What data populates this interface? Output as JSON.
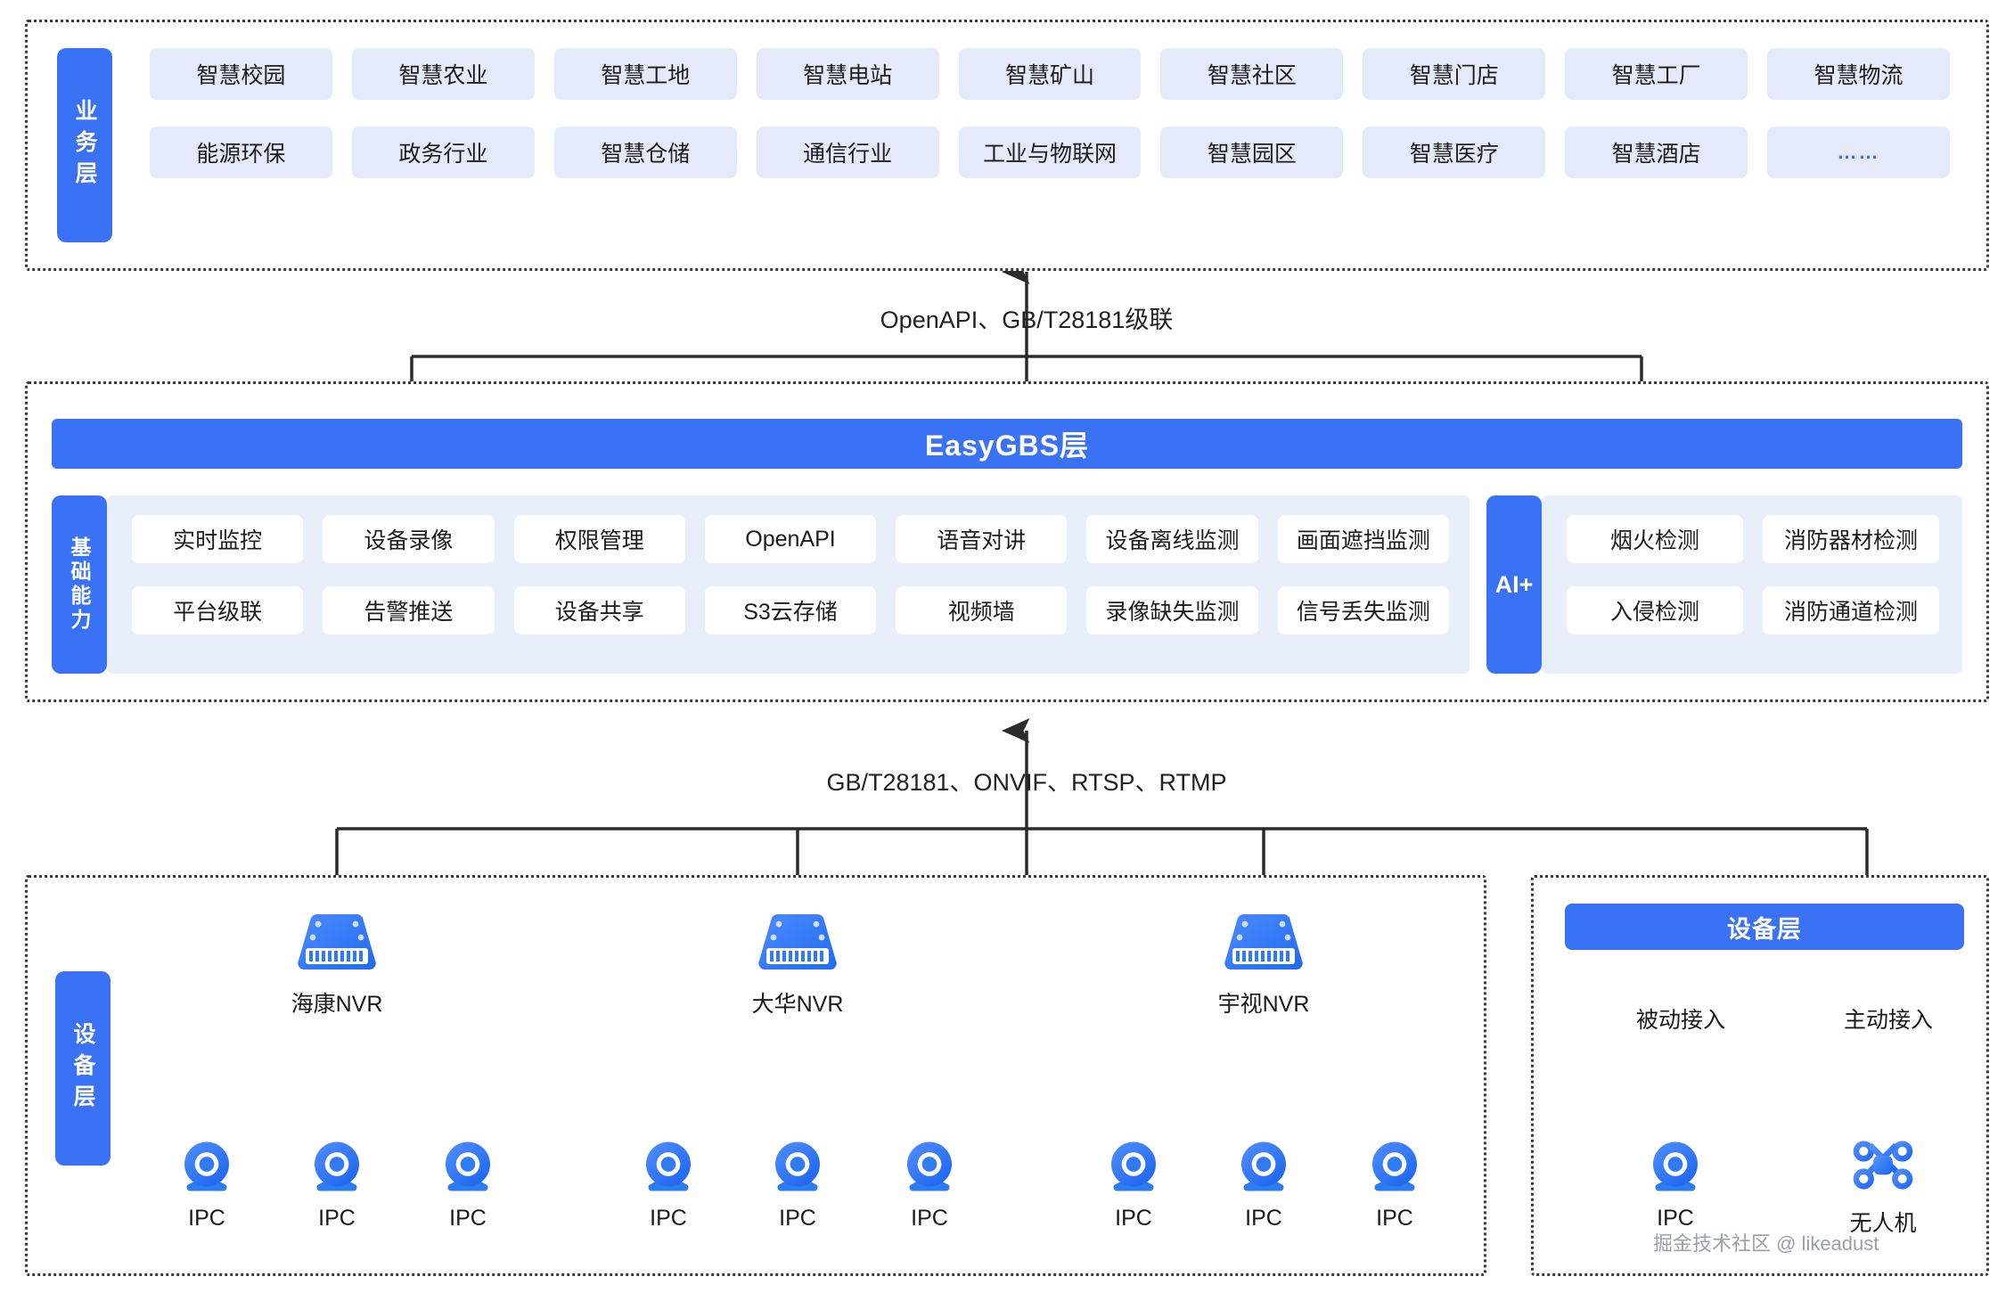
{
  "business_layer": {
    "tab_label": "业务层",
    "row1": [
      "智慧校园",
      "智慧农业",
      "智慧工地",
      "智慧电站",
      "智慧矿山",
      "智慧社区",
      "智慧门店",
      "智慧工厂",
      "智慧物流"
    ],
    "row2": [
      "能源环保",
      "政务行业",
      "智慧仓储",
      "通信行业",
      "工业与物联网",
      "智慧园区",
      "智慧医疗",
      "智慧酒店",
      "……"
    ]
  },
  "connector_top": {
    "label": "OpenAPI、GB/T28181级联"
  },
  "platform_layer": {
    "bar_label": "EasyGBS层",
    "capability_tab": "基础能力",
    "capabilities_row1": [
      "实时监控",
      "设备录像",
      "权限管理",
      "OpenAPI",
      "语音对讲",
      "设备离线监测",
      "画面遮挡监测"
    ],
    "capabilities_row2": [
      "平台级联",
      "告警推送",
      "设备共享",
      "S3云存储",
      "视频墙",
      "录像缺失监测",
      "信号丢失监测"
    ],
    "ai_tab": "AI+",
    "ai_row1": [
      "烟火检测",
      "消防器材检测"
    ],
    "ai_row2": [
      "入侵检测",
      "消防通道检测"
    ]
  },
  "connector_mid": {
    "label": "GB/T28181、ONVIF、RTSP、RTMP"
  },
  "device_layer_left": {
    "tab_label": "设备层",
    "nvrs": [
      {
        "name": "海康NVR",
        "cameras": [
          "IPC",
          "IPC",
          "IPC"
        ]
      },
      {
        "name": "大华NVR",
        "cameras": [
          "IPC",
          "IPC",
          "IPC"
        ]
      },
      {
        "name": "宇视NVR",
        "cameras": [
          "IPC",
          "IPC",
          "IPC"
        ]
      }
    ]
  },
  "device_layer_right": {
    "bar_label": "设备层",
    "branches": [
      {
        "mode": "被动接入",
        "device": "IPC",
        "icon": "camera-icon"
      },
      {
        "mode": "主动接入",
        "device": "无人机",
        "icon": "drone-icon"
      }
    ]
  },
  "watermark": {
    "text": "掘金技术社区 @ likeadust"
  },
  "colors": {
    "brand_blue": "#3a72f5",
    "chip_blue": "#e4eaf9",
    "panel_blue": "#e9eefb",
    "line": "#2b2b2b"
  }
}
